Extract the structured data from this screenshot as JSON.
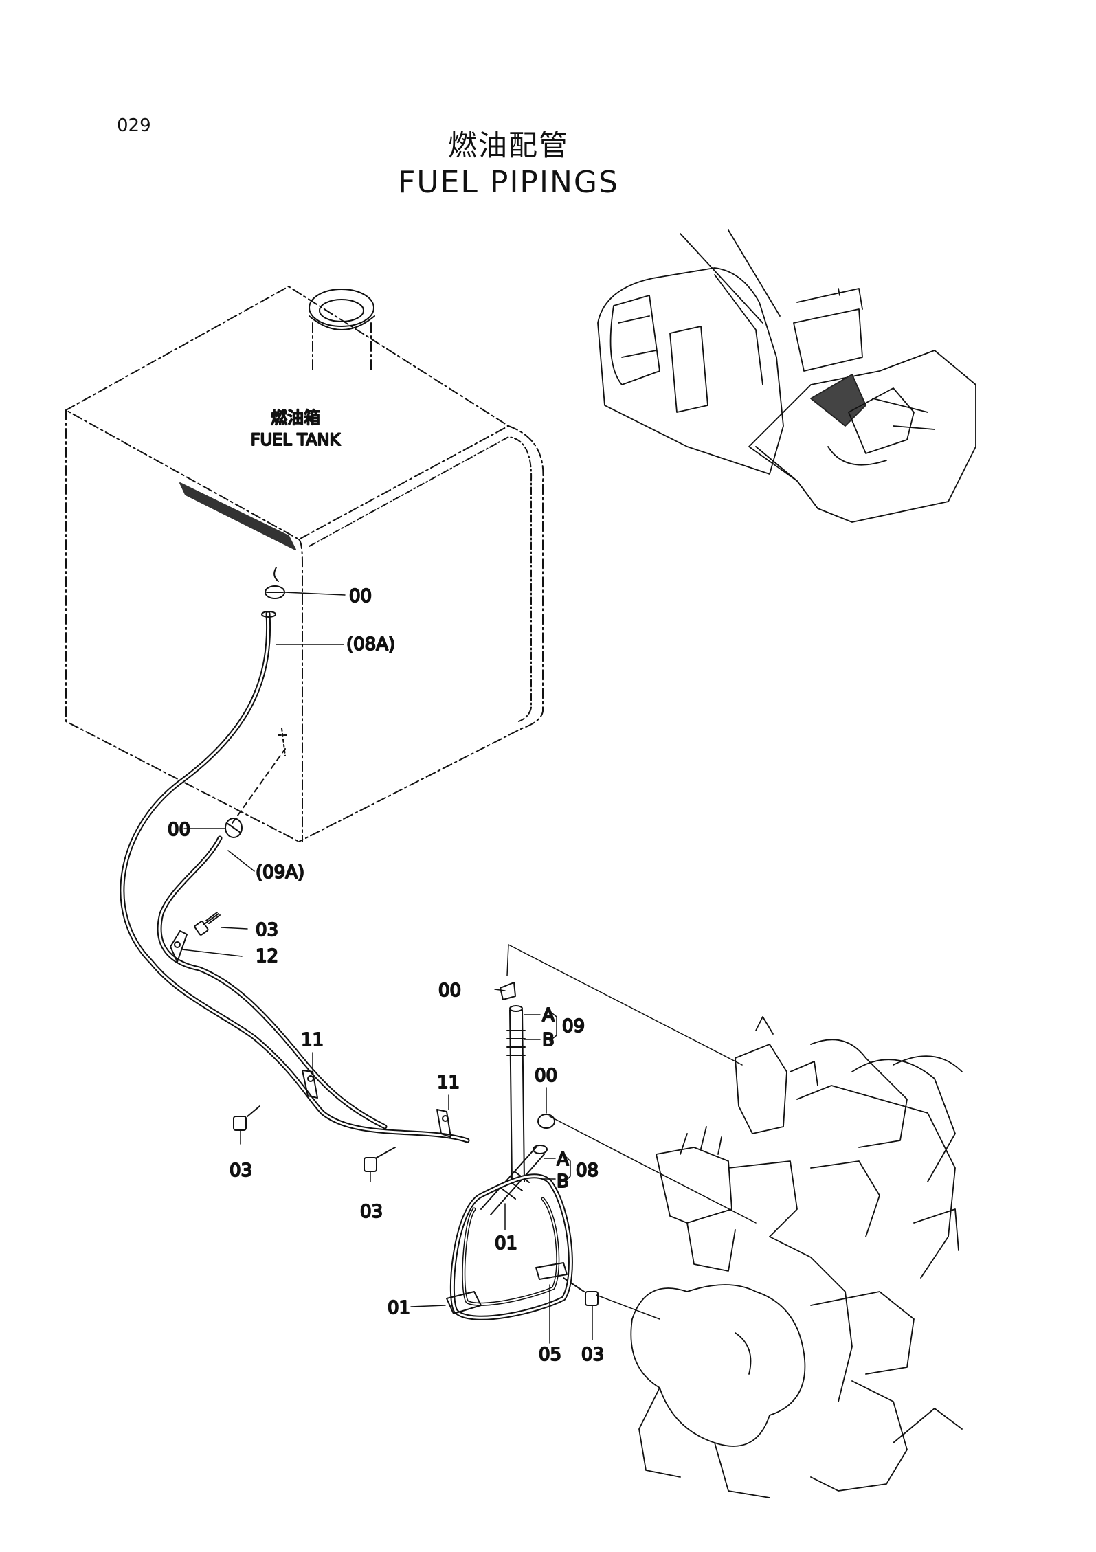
{
  "page_number": "029",
  "title": {
    "zh": "燃油配管",
    "en": "FUEL  PIPINGS"
  },
  "tank_label": {
    "zh": "燃油箱",
    "en": "FUEL TANK"
  },
  "callouts": {
    "c00_top": "00",
    "c08A": "(08A)",
    "c00_mid": "00",
    "c09A": "(09A)",
    "c03_a": "03",
    "c12": "12",
    "c00_b": "00",
    "cA_09": "A",
    "cB_09": "B",
    "c09": "09",
    "c11_left": "11",
    "c11_right": "11",
    "c00_c": "00",
    "cA_08": "A",
    "cB_08": "B",
    "c08": "08",
    "c03_left": "03",
    "c03_mid": "03",
    "c01_upper": "01",
    "c01_left": "01",
    "c05": "05",
    "c03_right": "03"
  }
}
